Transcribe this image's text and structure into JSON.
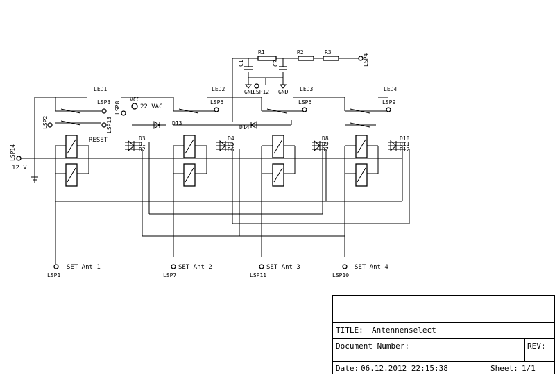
{
  "leds": [
    "LED1",
    "LED2",
    "LED3",
    "LED4"
  ],
  "vcc": {
    "label": "VCC",
    "value": "22 VAC"
  },
  "reset": "RESET",
  "supply": {
    "name": "LSP14",
    "value": "12 V"
  },
  "gnd": [
    "GND",
    "GND"
  ],
  "resistors": [
    "R1",
    "R2",
    "R3"
  ],
  "caps": [
    "C1",
    "C2"
  ],
  "diodes": [
    "D13",
    "D14"
  ],
  "diode_groups": [
    [
      "D3",
      "D1",
      "D2"
    ],
    [
      "D4",
      "D5",
      "D6"
    ],
    [
      "D8",
      "D9",
      "D7"
    ],
    [
      "D10",
      "D11",
      "D12"
    ]
  ],
  "connectors": [
    "LSP2",
    "LSP3",
    "LSP13",
    "LSP8",
    "LSP5",
    "LSP6",
    "LSP9",
    "LSP4",
    "LSP12"
  ],
  "set_ant": [
    {
      "label": "SET Ant 1",
      "lsp": "LSP1"
    },
    {
      "label": "SET Ant 2",
      "lsp": "LSP7"
    },
    {
      "label": "SET Ant 3",
      "lsp": "LSP11"
    },
    {
      "label": "SET Ant 4",
      "lsp": "LSP10"
    }
  ],
  "title_block": {
    "title_label": "TITLE:",
    "title_value": "Antennenselect",
    "docnum_label": "Document Number:",
    "rev_label": "REV:",
    "date_label": "Date:",
    "date_value": "06.12.2012 22:15:38",
    "sheet_label": "Sheet:",
    "sheet_value": "1/1"
  }
}
